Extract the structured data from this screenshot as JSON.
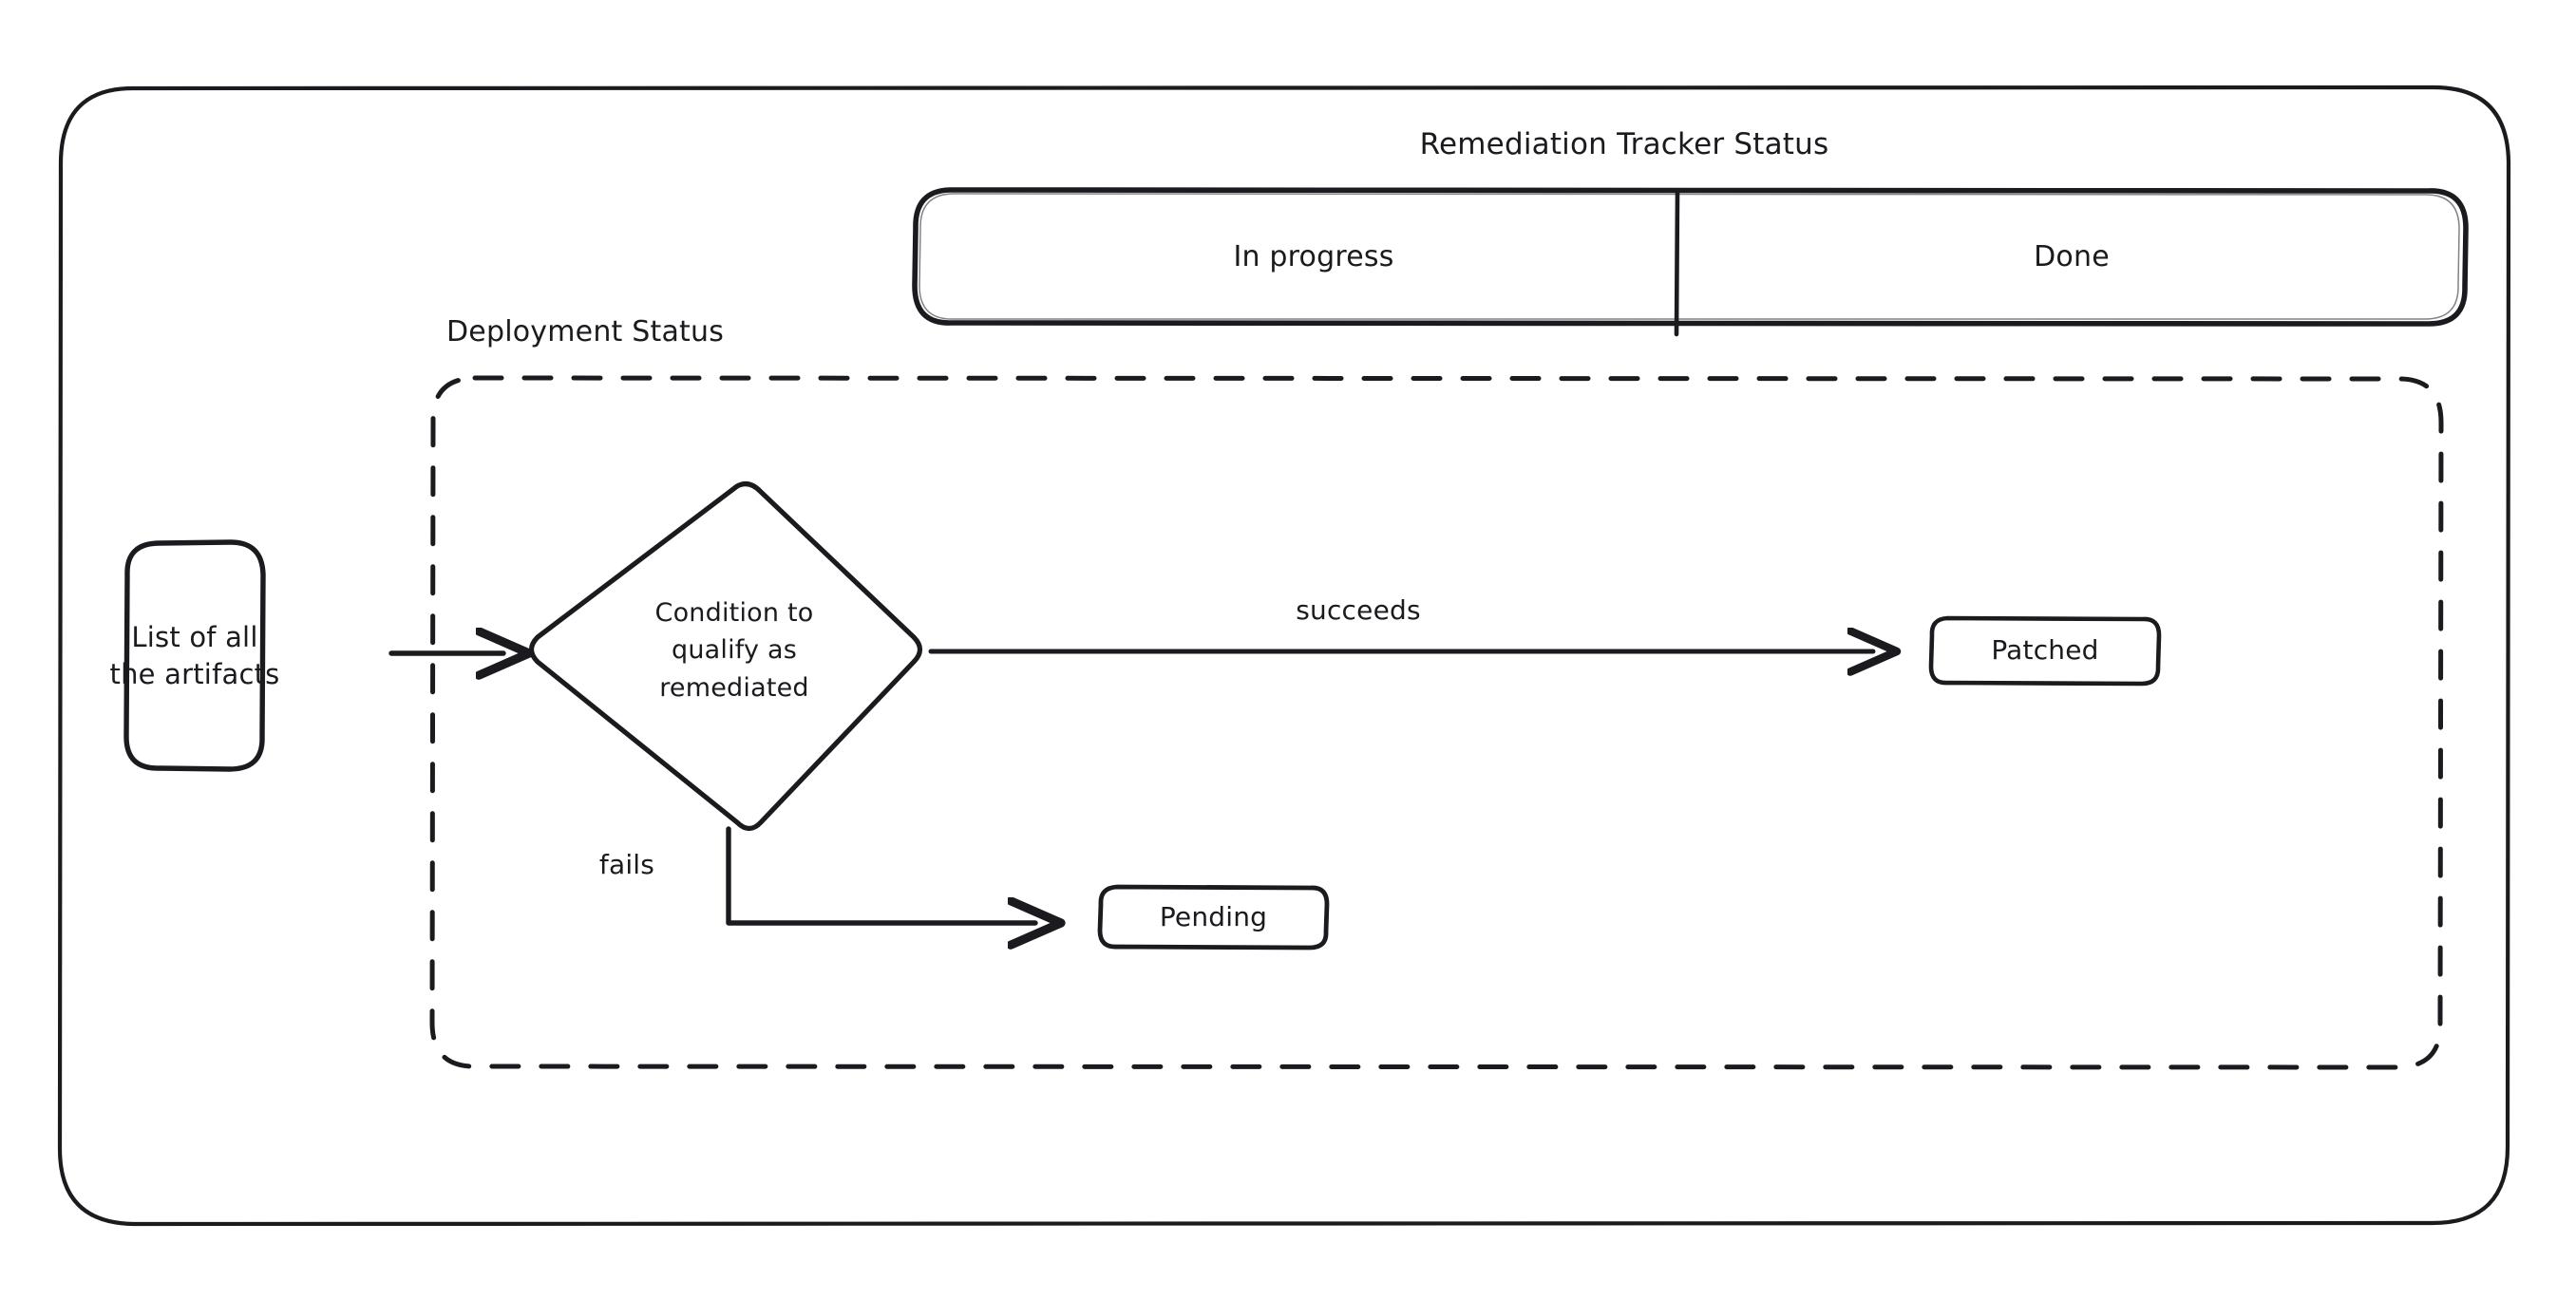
{
  "diagram": {
    "title": "Remediation Tracker Status",
    "frame_name": "outer-frame",
    "swimlanes": {
      "name": "remediation-tracker-lanes",
      "lanes": [
        {
          "label": "In progress"
        },
        {
          "label": "Done"
        }
      ]
    },
    "group": {
      "label": "Deployment Status",
      "style": "dashed"
    },
    "nodes": [
      {
        "id": "artifacts",
        "label": "List of all\nthe artifacts",
        "shape": "rounded-rect"
      },
      {
        "id": "condition",
        "label": "Condition to\nqualify as\nremediated",
        "shape": "diamond"
      },
      {
        "id": "patched",
        "label": "Patched",
        "shape": "rounded-rect"
      },
      {
        "id": "pending",
        "label": "Pending",
        "shape": "rounded-rect"
      }
    ],
    "edges": [
      {
        "id": "start-to-condition",
        "label": ""
      },
      {
        "id": "condition-to-patched",
        "label": "succeeds"
      },
      {
        "id": "condition-to-pending",
        "label": "fails"
      }
    ],
    "colors": {
      "stroke": "#1b1b1f",
      "background": "#ffffff",
      "frame_stroke": "#1b1b1f"
    }
  }
}
